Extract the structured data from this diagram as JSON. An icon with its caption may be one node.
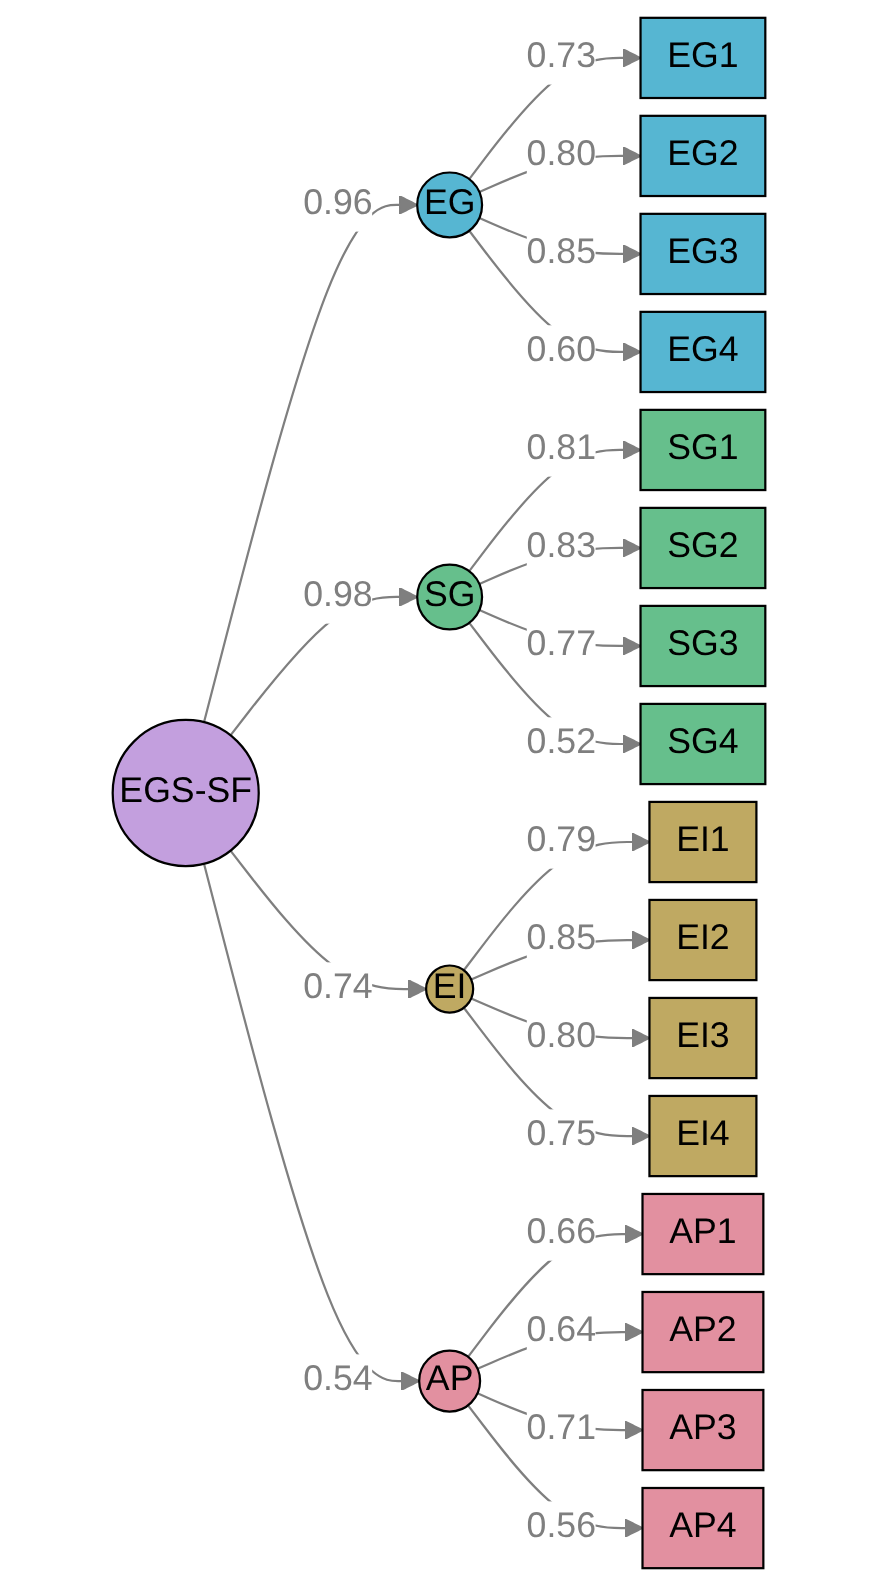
{
  "diagram": {
    "nodes": [
      {
        "text": [
          "EGS-SF"
        ]
      },
      {
        "text": [
          "EG"
        ]
      },
      {
        "text": [
          "SG"
        ]
      },
      {
        "text": [
          "EI"
        ]
      },
      {
        "text": [
          "AP"
        ]
      },
      {
        "text": [
          "EG1"
        ]
      },
      {
        "text": [
          "EG2"
        ]
      },
      {
        "text": [
          "EG3"
        ]
      },
      {
        "text": [
          "EG4"
        ]
      },
      {
        "text": [
          "SG1"
        ]
      },
      {
        "text": [
          "SG2"
        ]
      },
      {
        "text": [
          "SG3"
        ]
      },
      {
        "text": [
          "SG4"
        ]
      },
      {
        "text": [
          "EI1"
        ]
      },
      {
        "text": [
          "EI2"
        ]
      },
      {
        "text": [
          "EI3"
        ]
      },
      {
        "text": [
          "EI4"
        ]
      },
      {
        "text": [
          "AP1"
        ]
      },
      {
        "text": [
          "AP2"
        ]
      },
      {
        "text": [
          "AP3"
        ]
      },
      {
        "text": [
          "AP4"
        ]
      }
    ],
    "edges": [
      {
        "from": 0,
        "to": 1,
        "arrow": "to",
        "label": "0.96"
      },
      {
        "from": 0,
        "to": 2,
        "arrow": "to",
        "label": "0.98"
      },
      {
        "from": 0,
        "to": 3,
        "arrow": "to",
        "label": "0.74"
      },
      {
        "from": 0,
        "to": 4,
        "arrow": "to",
        "label": "0.54"
      },
      {
        "from": 1,
        "to": 5,
        "arrow": "to",
        "label": "0.73"
      },
      {
        "from": 1,
        "to": 6,
        "arrow": "to",
        "label": "0.80"
      },
      {
        "from": 1,
        "to": 7,
        "arrow": "to",
        "label": "0.85"
      },
      {
        "from": 1,
        "to": 8,
        "arrow": "to",
        "label": "0.60"
      },
      {
        "from": 2,
        "to": 9,
        "arrow": "to",
        "label": "0.81"
      },
      {
        "from": 2,
        "to": 10,
        "arrow": "to",
        "label": "0.83"
      },
      {
        "from": 2,
        "to": 11,
        "arrow": "to",
        "label": "0.77"
      },
      {
        "from": 2,
        "to": 12,
        "arrow": "to",
        "label": "0.52"
      },
      {
        "from": 3,
        "to": 13,
        "arrow": "to",
        "label": "0.79"
      },
      {
        "from": 3,
        "to": 14,
        "arrow": "to",
        "label": "0.85"
      },
      {
        "from": 3,
        "to": 15,
        "arrow": "to",
        "label": "0.80"
      },
      {
        "from": 3,
        "to": 16,
        "arrow": "to",
        "label": "0.75"
      },
      {
        "from": 4,
        "to": 17,
        "arrow": "to",
        "label": "0.66"
      },
      {
        "from": 4,
        "to": 18,
        "arrow": "to",
        "label": "0.64"
      },
      {
        "from": 4,
        "to": 19,
        "arrow": "to",
        "label": "0.71"
      },
      {
        "from": 4,
        "to": 20,
        "arrow": "to",
        "label": "0.56"
      }
    ]
  }
}
